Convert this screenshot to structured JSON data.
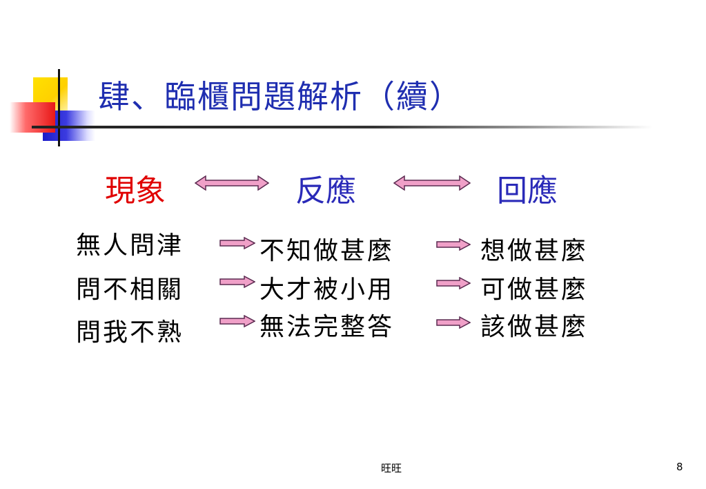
{
  "slide": {
    "title": "肆、臨櫃問題解析（續）",
    "headers": [
      "現象",
      "反應",
      "回應"
    ],
    "rows": [
      [
        "無人問津",
        "不知做甚麼",
        "想做甚麼"
      ],
      [
        "問不相關",
        "大才被小用",
        "可做甚麼"
      ],
      [
        "問我不熟",
        "無法完整答",
        "該做甚麼"
      ]
    ],
    "colors": {
      "title": "#1f2eb0",
      "header_red": "#e00000",
      "header_blue": "#2a2ab8",
      "arrow_fill": "#f0a0c8"
    }
  },
  "footer": {
    "center_text": "旺旺",
    "page_number": "8"
  }
}
